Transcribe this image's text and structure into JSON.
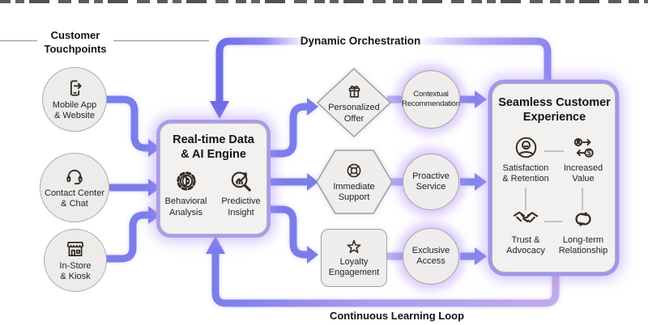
{
  "touchpoints_section": {
    "title": "Customer\nTouchpoints",
    "items": [
      {
        "icon": "smartphone-arrow-icon",
        "label": "Mobile App\n& Website"
      },
      {
        "icon": "headset-icon",
        "label": "Contact Center\n& Chat"
      },
      {
        "icon": "storefront-icon",
        "label": "In-Store\n& Kiosk"
      }
    ]
  },
  "ai_engine": {
    "title": "Real-time Data\n& AI Engine",
    "capabilities": [
      {
        "icon": "gear-brain-icon",
        "label": "Behavioral\nAnalysis"
      },
      {
        "icon": "magnifier-trend-icon",
        "label": "Predictive\nInsight"
      }
    ]
  },
  "action_rows": [
    {
      "icon": "gift-icon",
      "action": "Personalized\nOffer",
      "outcome": "Contextual\nRecommendation"
    },
    {
      "icon": "lifebuoy-icon",
      "action": "Immediate\nSupport",
      "outcome": "Proactive\nService"
    },
    {
      "icon": "star-icon",
      "action": "Loyalty\nEngagement",
      "outcome": "Exclusive\nAccess"
    }
  ],
  "experience": {
    "title": "Seamless Customer\nExperience",
    "items": [
      {
        "icon": "satisfied-user-icon",
        "label": "Satisfaction\n& Retention"
      },
      {
        "icon": "value-exchange-icon",
        "label": "Increased\nValue"
      },
      {
        "icon": "handshake-icon",
        "label": "Trust &\nAdvocacy"
      },
      {
        "icon": "cycle-icon",
        "label": "Long-term\nRelationship"
      }
    ]
  },
  "flow_labels": {
    "top": "Dynamic Orchestration",
    "bottom": "Continuous Learning Loop"
  },
  "colors": {
    "arrow": "#7b7dea",
    "arrow_light": "#c2abe9",
    "glow": "#b08cf5",
    "node_fill": "#efeeed",
    "node_border": "#9e9e9e",
    "panel_fill": "#f2f1ef",
    "panel_ring": "#9c92ec",
    "text": "#1f1f1f"
  }
}
